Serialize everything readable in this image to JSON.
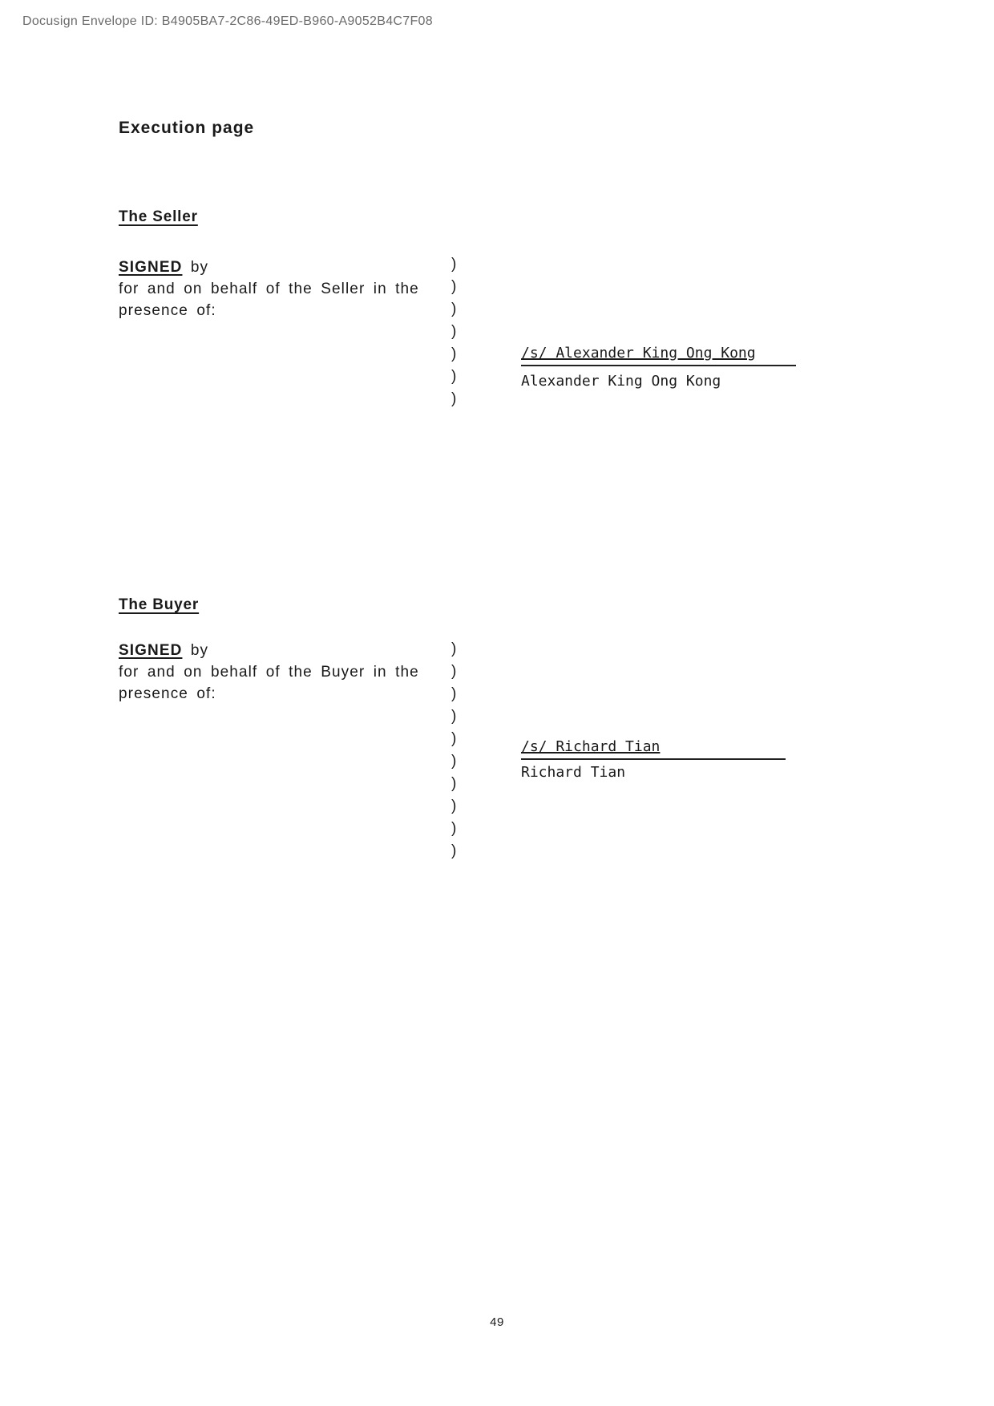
{
  "page": {
    "docusign_header": "Docusign Envelope ID: B4905BA7-2C86-49ED-B960-A9052B4C7F08",
    "title": "Execution page",
    "page_number": "49"
  },
  "colors": {
    "text": "#1a1a1a",
    "docusign_header_gray": "#6b6b6b",
    "signature_line": "#222222"
  },
  "seller": {
    "heading": "The Seller",
    "signed_word": "SIGNED",
    "signed_rest": " by",
    "line2": "for and on behalf of the Seller in the",
    "line3": "presence of:",
    "parens": ")\n)\n)\n)\n)\n)\n)",
    "signature": "/s/ Alexander King Ong Kong",
    "signatory_name": "Alexander King Ong Kong"
  },
  "buyer": {
    "heading": "The Buyer",
    "signed_word": "SIGNED",
    "signed_rest": " by",
    "line2": "for and on behalf of the Buyer in the",
    "line3": "presence of:",
    "parens": ")\n)\n)\n)\n)\n)\n)\n)\n)\n)",
    "signature": "/s/ Richard Tian",
    "signatory_name": "Richard Tian"
  }
}
